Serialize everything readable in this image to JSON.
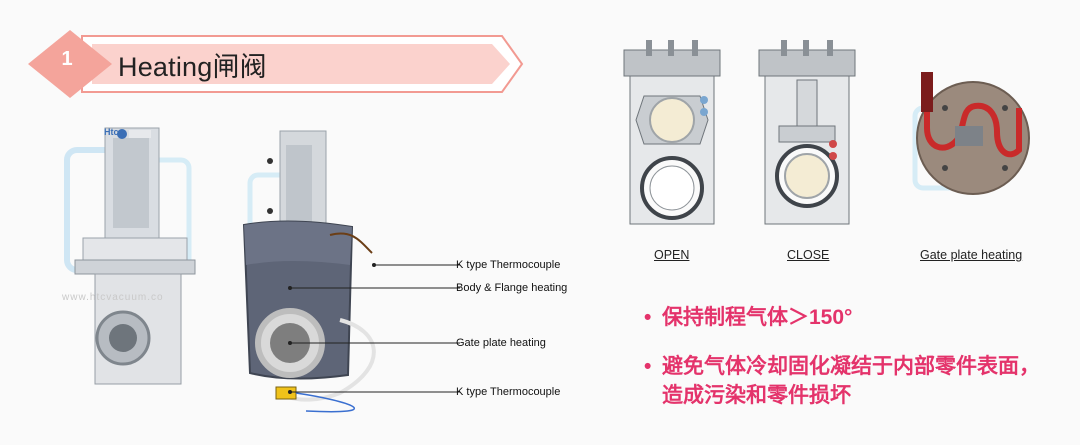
{
  "header": {
    "number": "1",
    "title": "Heating闸阀"
  },
  "left_photos": {
    "watermark": "www.htcvacuum.co",
    "logo_text": "Htc",
    "callouts": [
      "K type Thermocouple",
      "Body & Flange heating",
      "Gate plate heating",
      "K type Thermocouple"
    ]
  },
  "diagrams": {
    "captions": [
      "OPEN",
      "CLOSE",
      "Gate plate heating"
    ]
  },
  "bullets": [
    "保持制程气体＞150°",
    "避免气体冷却固化凝结于内部零件表面，造成污染和零件损坏"
  ],
  "colors": {
    "accent": "#e4336b",
    "banner_pink": "#f7b8b2",
    "banner_border": "#f29a92"
  }
}
